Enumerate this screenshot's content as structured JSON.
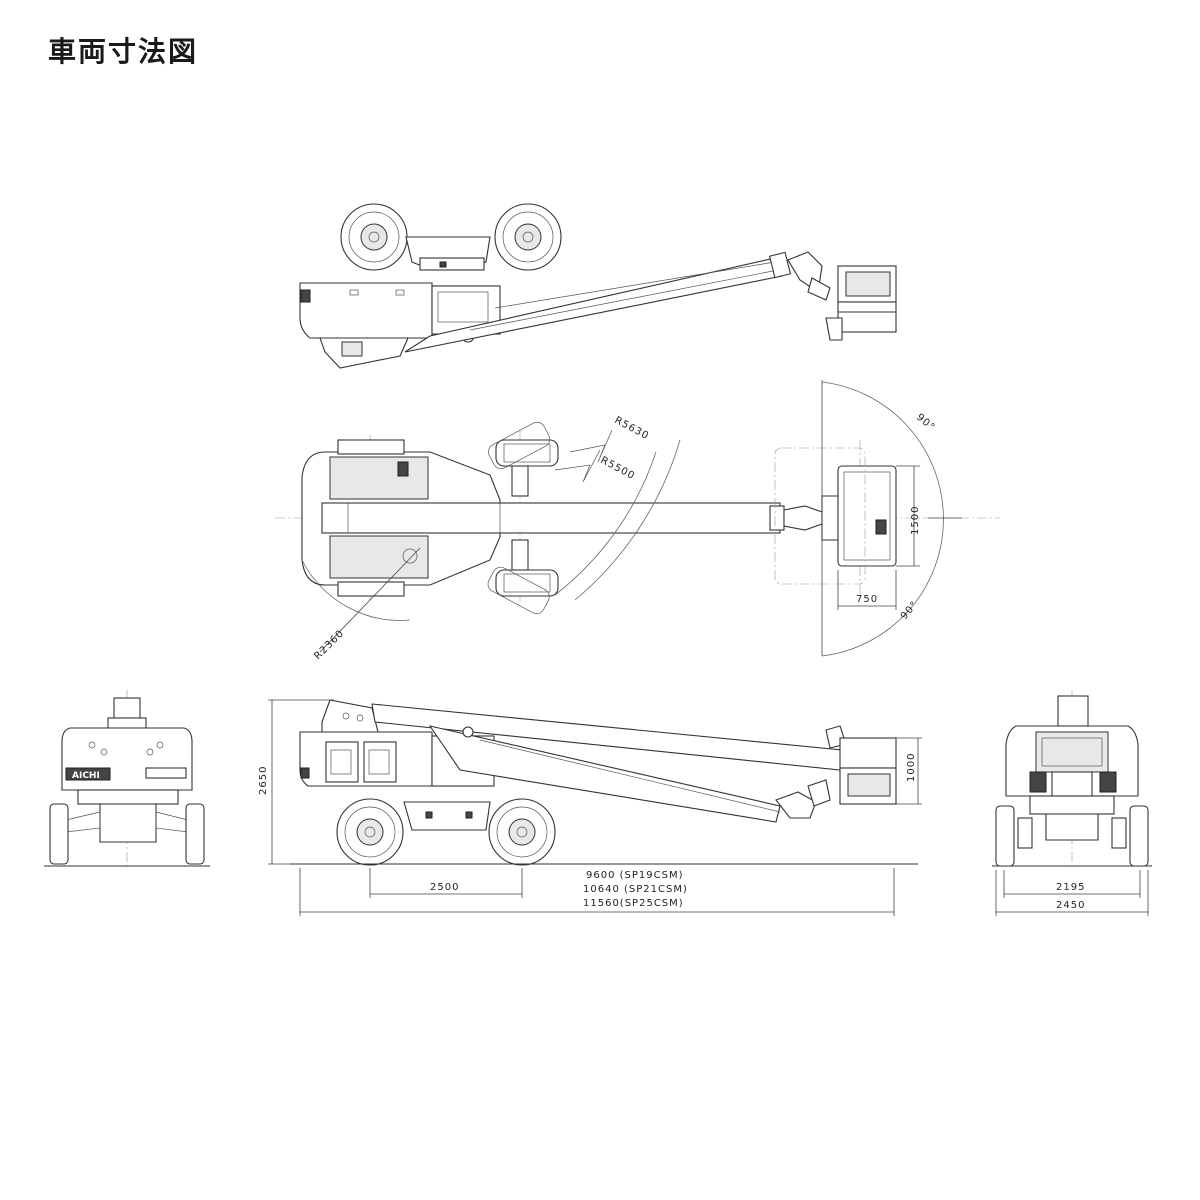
{
  "title": "車両寸法図",
  "dimensions": {
    "height": "2650",
    "wheelbase": "2500",
    "length_sp19": "9600 (SP19CSM)",
    "length_sp21": "10640 (SP21CSM)",
    "length_sp25": "11560(SP25CSM)",
    "platform_height": "1000",
    "platform_width": "1500",
    "platform_depth": "750",
    "tread": "2195",
    "overall_width": "2450",
    "swing_radius_outer": "R5630",
    "swing_radius_inner": "R5500",
    "tail_radius": "R2360",
    "rotation_upper": "90°",
    "rotation_lower": "90°"
  },
  "logo_text": "AICHI"
}
